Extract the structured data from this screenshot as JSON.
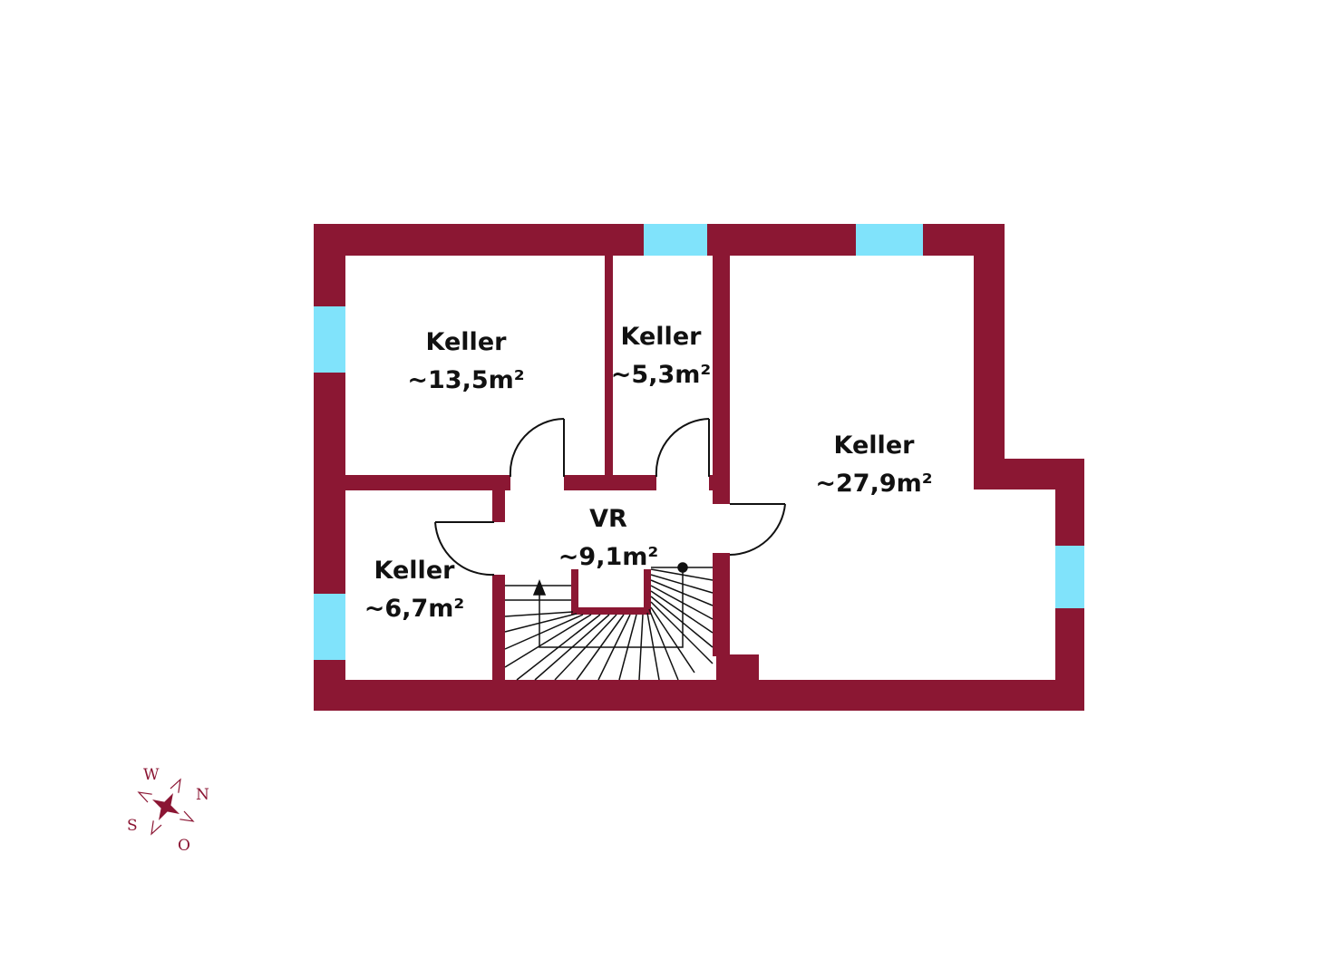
{
  "colors": {
    "wall": "#8b1733",
    "window": "#80e3fb",
    "background": "#ffffff",
    "stair_line": "#111111",
    "compass": "#8b1533"
  },
  "rooms": [
    {
      "id": "keller-13-5",
      "name": "Keller",
      "area": "~13,5m²"
    },
    {
      "id": "keller-5-3",
      "name": "Keller",
      "area": "~5,3m²"
    },
    {
      "id": "keller-27-9",
      "name": "Keller",
      "area": "~27,9m²"
    },
    {
      "id": "vr",
      "name": "VR",
      "area": "~9,1m²"
    },
    {
      "id": "keller-6-7",
      "name": "Keller",
      "area": "~6,7m²"
    }
  ],
  "compass": {
    "north": "N",
    "south": "S",
    "west": "W",
    "east": "O"
  }
}
